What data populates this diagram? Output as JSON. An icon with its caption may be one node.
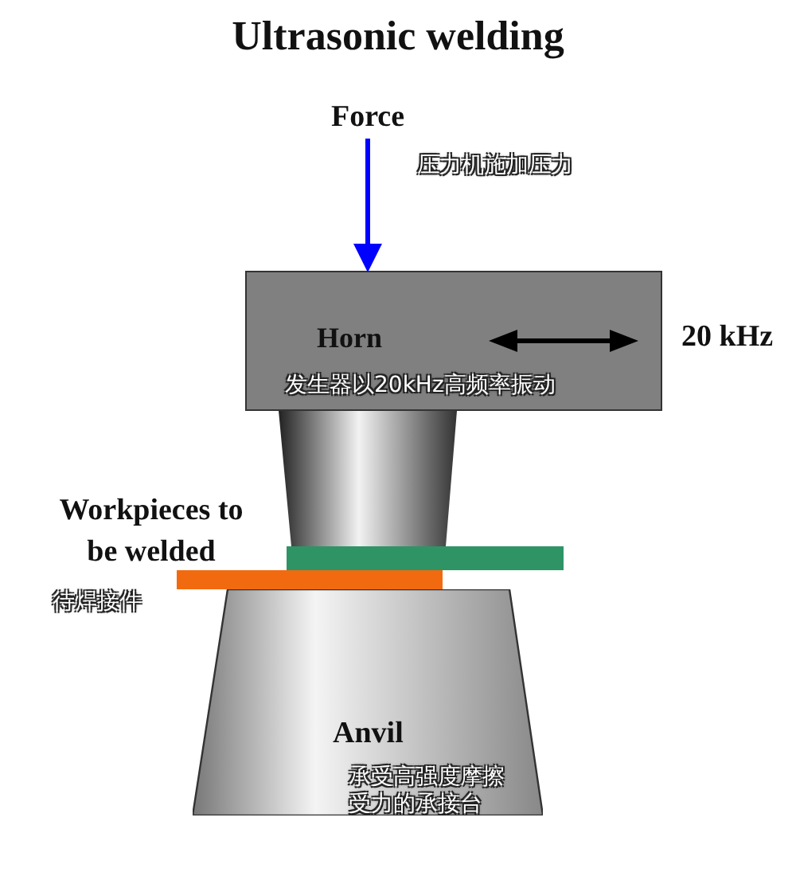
{
  "diagram": {
    "title": "Ultrasonic welding",
    "nodes": [
      {
        "text": [
          "Force"
        ],
        "beside": [
          "压力机施加压力"
        ]
      },
      {
        "text": [
          "Horn",
          "发生器以20kHz高频率振动"
        ],
        "beside": [
          "20 kHz"
        ]
      },
      {
        "text": [
          "Anvil",
          "承受高强度摩擦受力的承接台"
        ]
      }
    ],
    "edges": [
      {
        "from": 0,
        "to": 1,
        "arrow": "to",
        "color": "#0000ff"
      }
    ],
    "labels": [
      "Workpieces to be welded",
      "待焊接件"
    ]
  }
}
